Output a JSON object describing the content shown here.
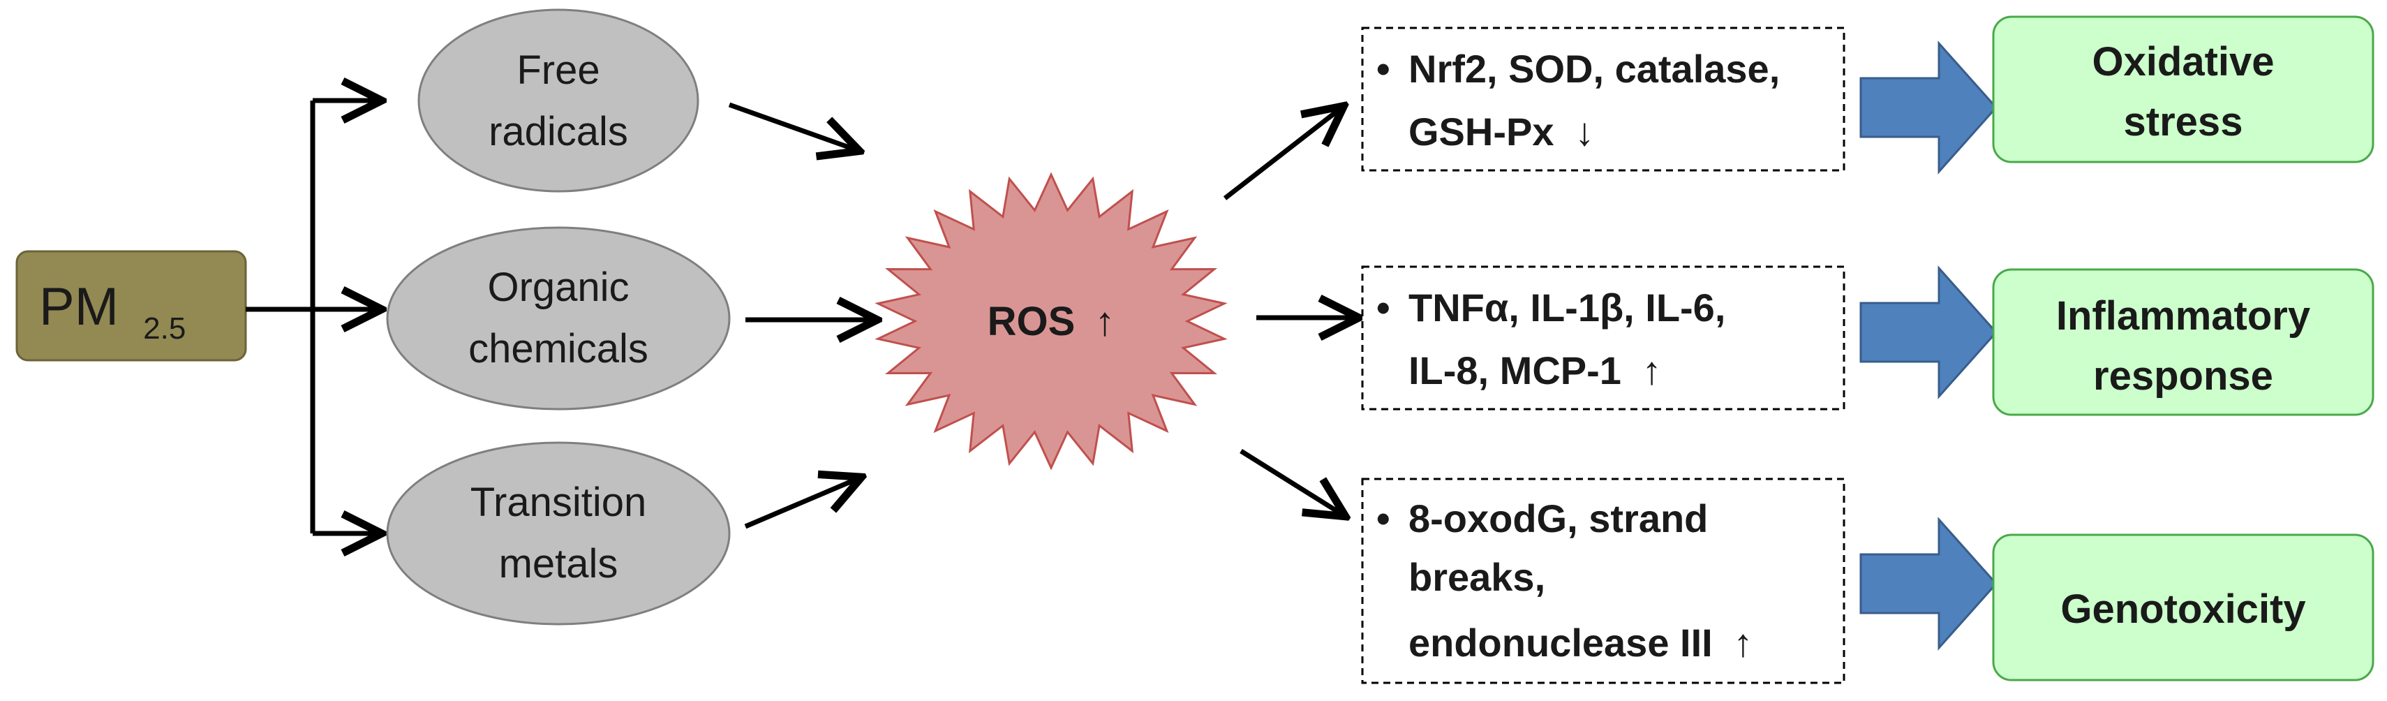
{
  "source": {
    "main": "PM",
    "subscript": "2.5"
  },
  "components": [
    {
      "line1": "Free",
      "line2": "radicals"
    },
    {
      "line1": "Organic",
      "line2": "chemicals"
    },
    {
      "line1": "Transition",
      "line2": "metals"
    }
  ],
  "center": {
    "label": "ROS",
    "arrow": "↑"
  },
  "markers": [
    {
      "bullet": "•",
      "line1": "Nrf2, SOD, catalase,",
      "line2": "GSH-Px",
      "arrow": "↓"
    },
    {
      "bullet": "•",
      "line1": "TNFα, IL-1β, IL-6,",
      "line2": "IL-8, MCP-1",
      "arrow": "↑"
    },
    {
      "bullet": "•",
      "line1": "8-oxodG, strand",
      "line2": "breaks,",
      "line3": "endonuclease III",
      "arrow": "↑"
    }
  ],
  "outcomes": [
    {
      "line1": "Oxidative",
      "line2": "stress"
    },
    {
      "line1": "Inflammatory",
      "line2": "response"
    },
    {
      "line1": "Genotoxicity"
    }
  ],
  "colors": {
    "source_fill": "#938953",
    "ellipse_fill": "#c0c0c0",
    "star_fill": "#d99594",
    "outcome_fill": "#ccffcc",
    "outcome_border": "#4aa84a",
    "block_arrow": "#4f81bd"
  }
}
